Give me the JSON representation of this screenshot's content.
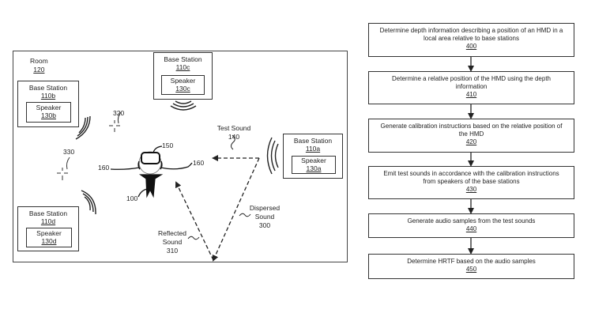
{
  "room": {
    "label": "Room",
    "ref": "120"
  },
  "base_stations": [
    {
      "id": "a",
      "label": "Base Station",
      "ref": "110a",
      "speaker_label": "Speaker",
      "speaker_ref": "130a"
    },
    {
      "id": "b",
      "label": "Base Station",
      "ref": "110b",
      "speaker_label": "Speaker",
      "speaker_ref": "130b"
    },
    {
      "id": "c",
      "label": "Base Station",
      "ref": "110c",
      "speaker_label": "Speaker",
      "speaker_ref": "130c"
    },
    {
      "id": "d",
      "label": "Base Station",
      "ref": "110d",
      "speaker_label": "Speaker",
      "speaker_ref": "130d"
    }
  ],
  "annotations": {
    "test_sound": {
      "label": "Test Sound",
      "ref": "140"
    },
    "dispersed_sound": {
      "line1": "Dispersed",
      "line2": "Sound",
      "ref": "300"
    },
    "reflected_sound": {
      "line1": "Reflected",
      "line2": "Sound",
      "ref": "310"
    },
    "hmd_ref": "150",
    "ear_left_ref": "160",
    "ear_right_ref": "160",
    "user_ref": "100",
    "point_320": "320",
    "point_330": "330"
  },
  "flowchart": {
    "steps": [
      {
        "text": "Determine depth information describing a position of an HMD in a local area relative to base stations",
        "line1": "Determine depth information describing a position of an HMD in a",
        "line2": "local area relative to base stations",
        "ref": "400"
      },
      {
        "text": "Determine a relative position of the HMD using the depth information",
        "line1": "Determine a relative position of the HMD using the depth",
        "line2": "information",
        "ref": "410"
      },
      {
        "text": "Generate calibration instructions based on the relative position of the HMD",
        "line1": "Generate calibration instructions based on the relative position of",
        "line2": "the HMD",
        "ref": "420"
      },
      {
        "text": "Emit test sounds in accordance with the calibration instructions from speakers of the base stations",
        "line1": "Emit test sounds in accordance with the calibration instructions",
        "line2": "from speakers of the base stations",
        "ref": "430"
      },
      {
        "text": "Generate audio samples from the test sounds",
        "line1": "Generate audio samples from the test sounds",
        "line2": "",
        "ref": "440"
      },
      {
        "text": "Determine HRTF based on the audio samples",
        "line1": "Determine HRTF based on the audio samples",
        "line2": "",
        "ref": "450"
      }
    ]
  }
}
